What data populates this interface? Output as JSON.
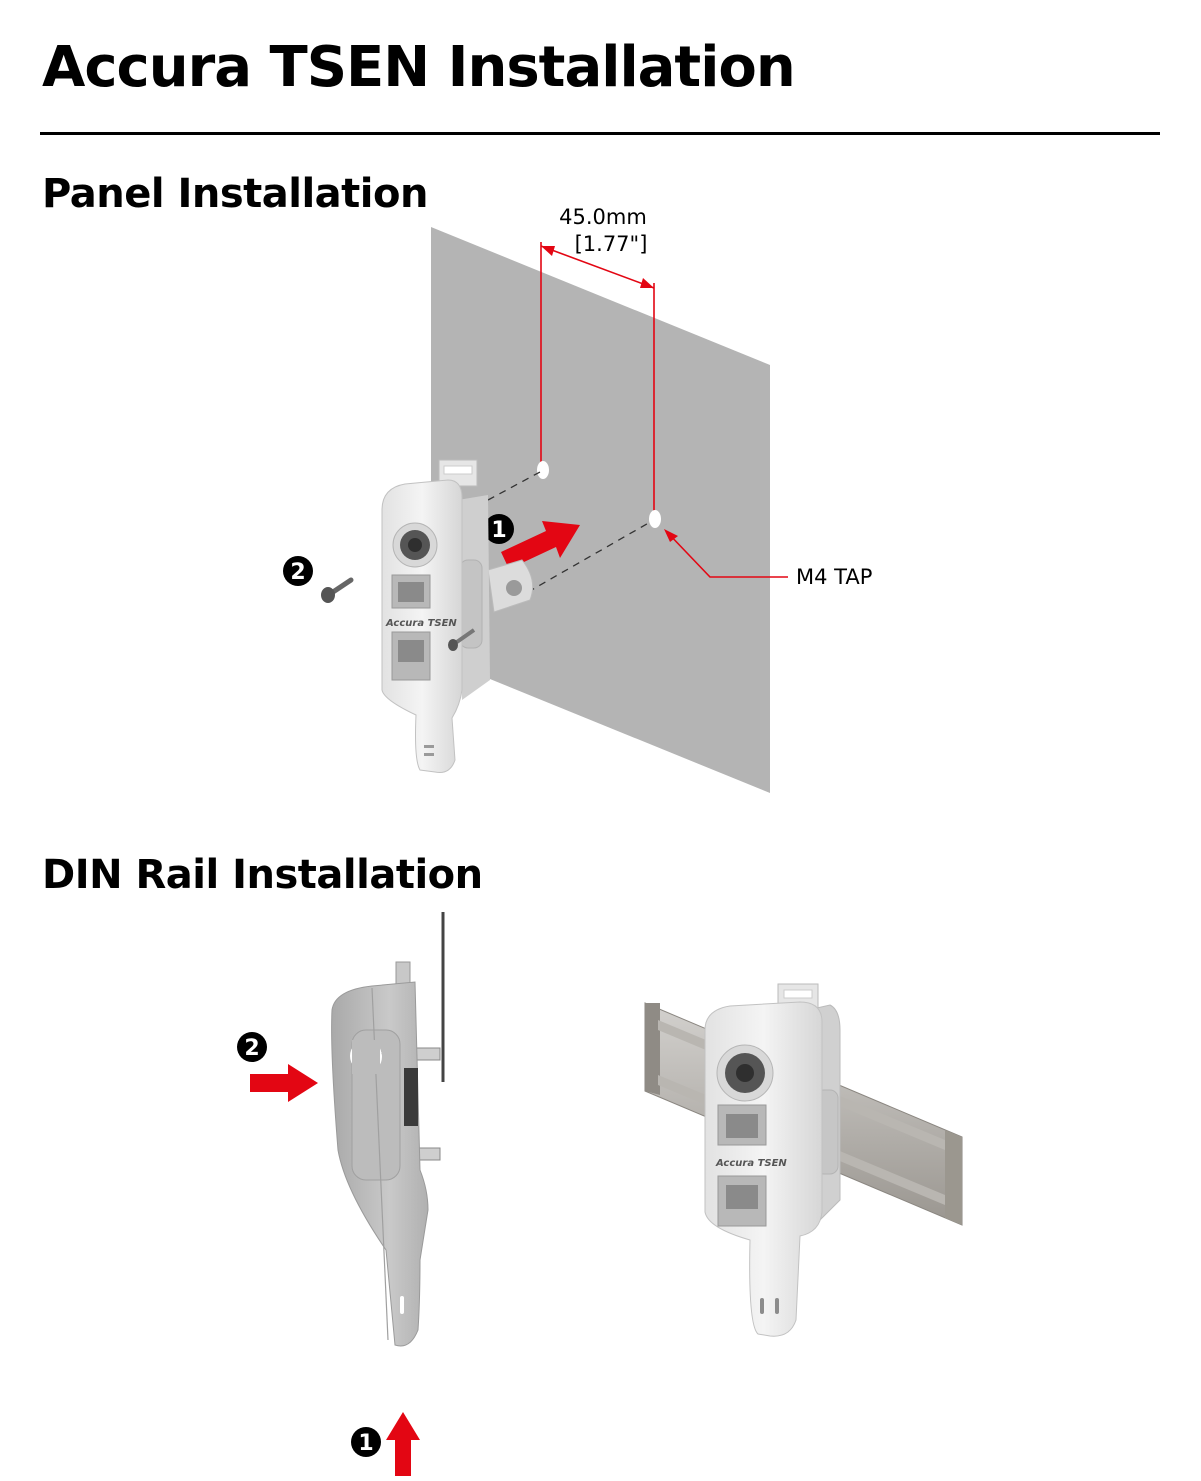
{
  "header": {
    "title": "Accura TSEN Installation"
  },
  "panel": {
    "heading": "Panel Installation",
    "dimension_mm": "45.0mm",
    "dimension_in": "[1.77\"]",
    "tap_label": "M4 TAP",
    "step_1": "1",
    "step_2": "2",
    "brand_label": "Accura TSEN"
  },
  "din": {
    "heading": "DIN Rail Installation",
    "step_1": "1",
    "step_2": "2",
    "brand_label": "Accura TSEN"
  },
  "colors": {
    "accent_red": "#e30613",
    "panel_gray": "#b4b4b4",
    "device_white": "#ececec"
  }
}
